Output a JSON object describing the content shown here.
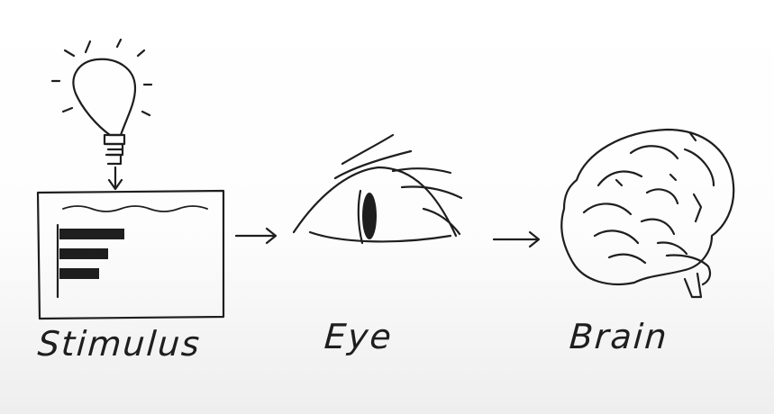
{
  "diagram": {
    "nodes": [
      {
        "id": "stimulus",
        "label": "Stimulus"
      },
      {
        "id": "eye",
        "label": "Eye"
      },
      {
        "id": "brain",
        "label": "Brain"
      }
    ],
    "edges": [
      {
        "from": "stimulus",
        "to": "eye"
      },
      {
        "from": "eye",
        "to": "brain"
      }
    ],
    "ink_color": "#1e1e1e",
    "background_color": "#ffffff"
  }
}
